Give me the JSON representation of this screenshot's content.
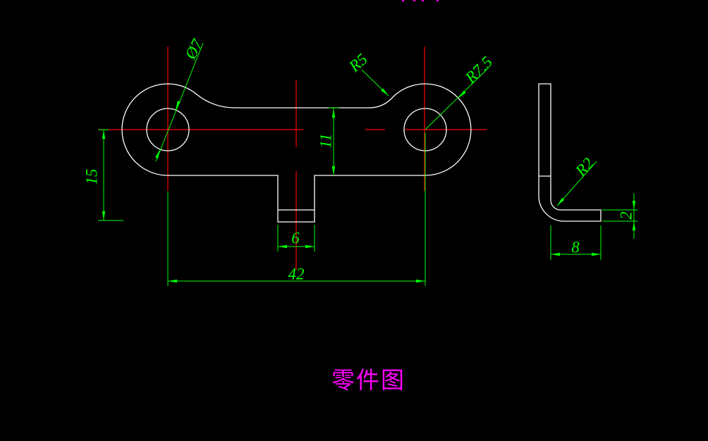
{
  "title": {
    "text": "零件图",
    "color": "#ff00ff"
  },
  "drawing": {
    "background": "#000000",
    "colors": {
      "outline": "#ffffff",
      "centerline": "#ff0000",
      "dimension": "#00ff00",
      "title_text": "#ff00ff"
    },
    "dimensions": {
      "front": {
        "hole_diameter": "Ø7",
        "fillet_radius": "R5",
        "end_radius": "R7.5",
        "overall_height": "15",
        "body_height": "11",
        "tab_width": "6",
        "hole_spacing": "42"
      },
      "side": {
        "bend_radius": "R2",
        "thickness": "2",
        "flange_length": "8"
      }
    },
    "clipped_top_marks": {
      "color": "#ff00ff",
      "positions_x": [
        570,
        586,
        598,
        619
      ]
    }
  }
}
